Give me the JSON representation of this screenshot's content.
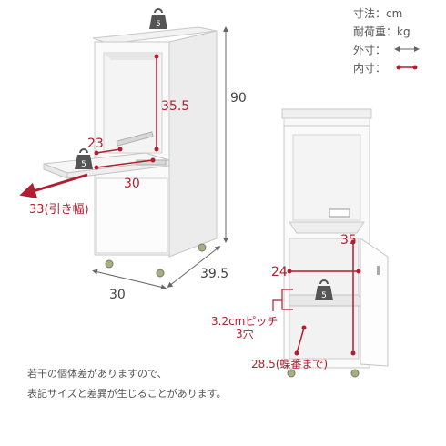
{
  "legend": {
    "unit": "寸法：cm",
    "load": "耐荷重：kg",
    "outer": "外寸：",
    "inner": "内寸：",
    "outer_color": "#666666",
    "inner_color": "#b01e2f"
  },
  "left_view": {
    "height": "90",
    "width": "30",
    "depth": "39.5",
    "inner_height": "35.5",
    "slide_depth": "23",
    "slide_width": "30",
    "pull_width": "33(引き幅)",
    "top_load": "5",
    "slide_load": "5"
  },
  "right_view": {
    "inner_height": "35",
    "inner_width": "24",
    "shelf_pitch": "3.2cmピッチ",
    "shelf_holes": "3穴",
    "inner_depth": "28.5(蝶番まで)",
    "shelf_load": "5"
  },
  "note": {
    "line1": "若干の個体差がありますので、",
    "line2": "表記サイズと差異が生じることがあります。"
  },
  "colors": {
    "accent": "#b01e2f",
    "outline": "#bbbbbb",
    "weight_icon": "#555555"
  }
}
